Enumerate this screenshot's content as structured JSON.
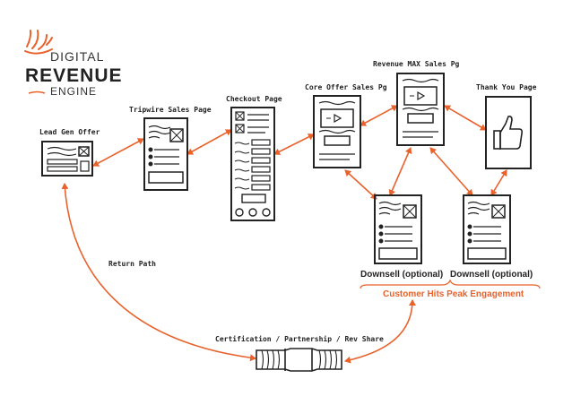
{
  "brand": {
    "line1": "DIGITAL",
    "line2": "REVENUE",
    "line3": "ENGINE",
    "accent_color": "#e8622c"
  },
  "nodes": {
    "lead_gen": "Lead Gen Offer",
    "tripwire": "Tripwire Sales Page",
    "checkout": "Checkout Page",
    "core_offer": "Core Offer Sales Pg",
    "revenue_max": "Revenue MAX Sales Pg",
    "thank_you": "Thank You Page",
    "downsell_1": "Downsell (optional)",
    "downsell_2": "Downsell (optional)"
  },
  "labels": {
    "return_path": "Return Path",
    "peak": "Customer Hits Peak Engagement",
    "certification": "Certification / Partnership / Rev Share"
  },
  "colors": {
    "arrow": "#e8622c",
    "ink": "#222222",
    "peak_text": "#e8622c"
  }
}
